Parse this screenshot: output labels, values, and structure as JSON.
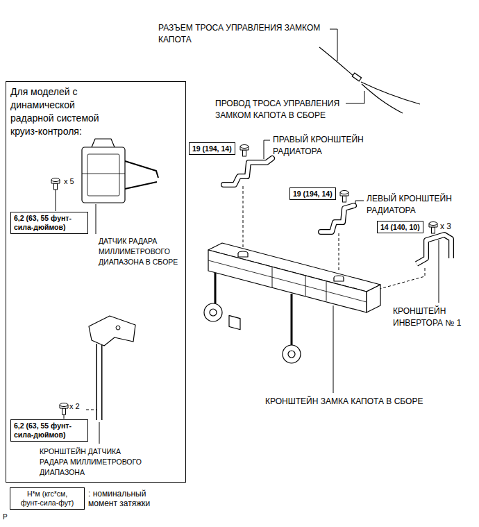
{
  "diagram": {
    "nodes": [
      {
        "text": [
          "Для моделей с динамической радарной системой круиз-контроля:"
        ]
      },
      {
        "text": [
          "6,2 (63, 55 фунт-сила-дюймов)"
        ],
        "in": 0
      },
      {
        "text": [
          "6,2 (63, 55 фунт-сила-дюймов)"
        ],
        "in": 0
      },
      {
        "text": [
          "19 (194, 14)"
        ]
      },
      {
        "text": [
          "19 (194, 14)"
        ]
      },
      {
        "text": [
          "14 (140, 10)"
        ]
      },
      {
        "text": [
          "Н*м (кгс*см, фунт-сила-фут)"
        ]
      }
    ],
    "labels": [
      "РАЗЪЕМ ТРОСА УПРАВЛЕНИЯ ЗАМКОМ КАПОТА",
      "ПРОВОД ТРОСА УПРАВЛЕНИЯ ЗАМКОМ КАПОТА В СБОРЕ",
      "ПРАВЫЙ КРОНШТЕЙН РАДИАТОРА",
      "ЛЕВЫЙ КРОНШТЕЙН РАДИАТОРА",
      "x 3",
      "КРОНШТЕЙН ИНВЕРТОРА № 1",
      "КРОНШТЕЙН ЗАМКА КАПОТА В СБОРЕ",
      "x 5",
      "ДАТЧИК РАДАРА МИЛЛИМЕТРОВОГО ДИАПАЗОНА В СБОРЕ",
      "x 2",
      "КРОНШТЕЙН ДАТЧИКА РАДАРА МИЛЛИМЕТРОВОГО ДИАПАЗОНА",
      ": номинальный момент затяжки",
      "P"
    ]
  }
}
